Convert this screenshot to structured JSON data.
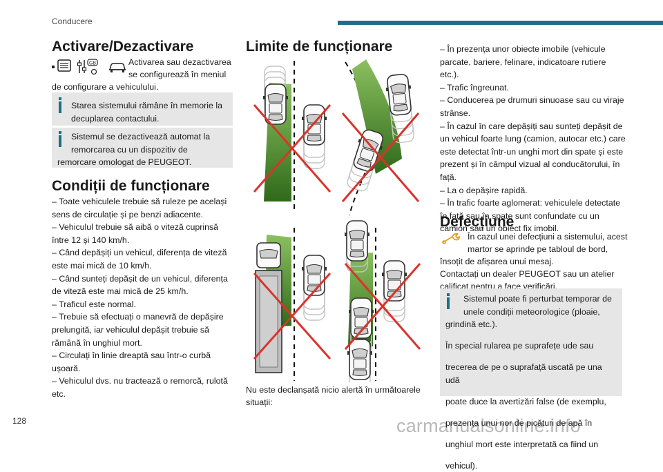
{
  "header": {
    "running_head": "Conducere"
  },
  "footer": {
    "page_number": "128",
    "watermark": "carmanualsonline.info"
  },
  "left": {
    "activation": {
      "title": "Activare/Dezactivare",
      "line1": "Activarea sau dezactivarea",
      "line2": "se configurează în meniul",
      "line3": "de configurare a vehiculului.",
      "icon_label": "GB"
    },
    "note1": "Starea sistemului rămâne în memorie la decuplarea contactului.",
    "note2a": "Sistemul se dezactivează automat la",
    "note2b": "remorcarea cu un dispozitiv de",
    "note2c": "remorcare omologat de PEUGEOT.",
    "conditions": {
      "title": "Condiții de funcționare",
      "lines": [
        "–  Toate vehiculele trebuie să ruleze pe același",
        "sens de circulație și pe benzi adiacente.",
        "–  Vehiculul trebuie să aibă o viteză cuprinsă",
        "între 12 și 140 km/h.",
        "–  Când depășiți un vehicul, diferența de viteză",
        "este mai mică de 10 km/h.",
        "–  Când sunteți depășit de un vehicul, diferența",
        "de viteză este mai mică de 25 km/h.",
        "–  Traficul este normal.",
        "–  Trebuie să efectuați o manevră de depășire",
        "prelungită, iar vehiculul depășit trebuie să",
        "rămână în unghiul mort.",
        "–  Circulați în linie dreaptă sau într-o curbă",
        "ușoară.",
        "–  Vehiculul dvs. nu tractează o remorcă, rulotă",
        "etc."
      ]
    }
  },
  "middle": {
    "title": "Limite de funcționare",
    "caption_lines": [
      "Nu este declanșată nicio alertă în următoarele",
      "situații:"
    ]
  },
  "right": {
    "lines": [
      "–  În prezența unor obiecte imobile (vehicule",
      "parcate, bariere, felinare, indicatoare rutiere",
      "etc.).",
      "–  Trafic îngreunat.",
      "–  Conducerea pe drumuri sinuoase sau cu viraje",
      "strânse.",
      "–  În cazul în care depășiți sau sunteți depășit de",
      "un vehicul foarte lung (camion, autocar etc.) care",
      "este detectat într-un unghi mort din spate și este",
      "prezent și în câmpul vizual al conducătorului, în",
      "față.",
      "–  La o depășire rapidă.",
      "–  În trafic foarte aglomerat: vehiculele detectate",
      "în față sau în spate sunt confundate cu un",
      "camion sau un obiect fix imobil."
    ],
    "fault": {
      "title": "Defecțiune",
      "line1": "În cazul unei defecțiuni a sistemului, acest",
      "line2": "martor se aprinde pe tabloul de bord,",
      "line3": "însoțit de afișarea unui mesaj.",
      "line4": "Contactați un dealer PEUGEOT sau un atelier",
      "line5": "calificat pentru a face verificări."
    },
    "note": {
      "first_a": "Sistemul poate fi perturbat temporar de",
      "first_b": "unele condiții meteorologice (ploaie,",
      "first_c": "grindină etc.).",
      "lines": [
        "În special rularea pe suprafețe ude sau",
        "trecerea de pe o suprafață uscată pe una udă",
        "poate duce la avertizări false (de exemplu,",
        "prezența unui nor de picături de apă în",
        "unghiul mort este interpretată ca fiind un",
        "vehicul)."
      ]
    }
  },
  "colors": {
    "accent": "#1d6f88",
    "note_bg": "#e6e6e6",
    "zone_green": "#4a8a2a",
    "cross_red": "#d9332b"
  }
}
